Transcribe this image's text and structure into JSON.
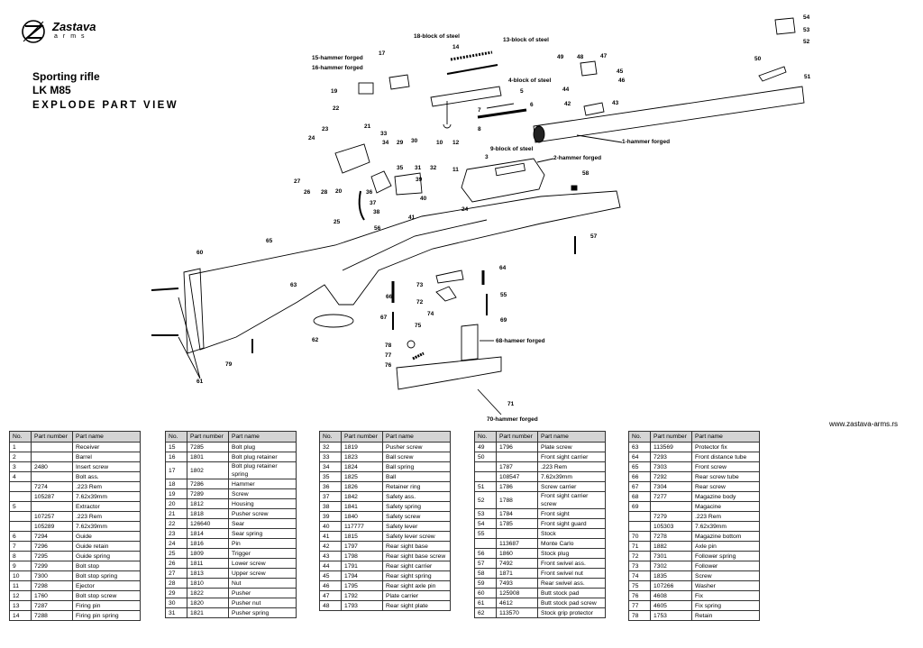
{
  "brand": {
    "name": "Zastava",
    "subline": "arms"
  },
  "title": {
    "line1": "Sporting rifle",
    "line2": "LK M85",
    "line3": "EXPLODE PART VIEW"
  },
  "website": "www.zastava-arms.rs",
  "diagram": {
    "forge_labels": [
      "1-hammer forged",
      "2-hammer forged",
      "4-block of steel",
      "9-block of steel",
      "13-block of steel",
      "15-hammer forged",
      "16-hammer forged",
      "18-block of steel",
      "68-hameer forged",
      "70-hammer forged"
    ],
    "callouts": [
      "3",
      "5",
      "6",
      "7",
      "8",
      "10",
      "11",
      "12",
      "14",
      "17",
      "19",
      "20",
      "21",
      "22",
      "23",
      "24",
      "24",
      "25",
      "26",
      "27",
      "28",
      "29",
      "30",
      "31",
      "32",
      "33",
      "34",
      "35",
      "36",
      "37",
      "38",
      "39",
      "40",
      "41",
      "42",
      "43",
      "44",
      "45",
      "46",
      "47",
      "48",
      "49",
      "50",
      "51",
      "52",
      "53",
      "54",
      "55",
      "56",
      "57",
      "58",
      "60",
      "61",
      "62",
      "63",
      "64",
      "65",
      "66",
      "67",
      "69",
      "71",
      "72",
      "73",
      "74",
      "75",
      "76",
      "77",
      "78",
      "79"
    ]
  },
  "table_headers": [
    "No.",
    "Part number",
    "Part name"
  ],
  "tables": [
    [
      [
        "1",
        "",
        "Receiver"
      ],
      [
        "2",
        "",
        "Barrel"
      ],
      [
        "3",
        "2480",
        "Insert screw"
      ],
      [
        "4",
        "",
        "Bolt ass."
      ],
      [
        "",
        "7274",
        ".223 Rem"
      ],
      [
        "",
        "105287",
        "7.62x39mm"
      ],
      [
        "5",
        "",
        "Extractor"
      ],
      [
        "",
        "107257",
        ".223 Rem"
      ],
      [
        "",
        "105289",
        "7.62x39mm"
      ],
      [
        "6",
        "7294",
        "Guide"
      ],
      [
        "7",
        "7296",
        "Guide retain"
      ],
      [
        "8",
        "7295",
        "Guide spring"
      ],
      [
        "9",
        "7299",
        "Bolt stop"
      ],
      [
        "10",
        "7300",
        "Bolt stop spring"
      ],
      [
        "11",
        "7298",
        "Ejector"
      ],
      [
        "12",
        "1760",
        "Bolt stop screw"
      ],
      [
        "13",
        "7287",
        "Firing pin"
      ],
      [
        "14",
        "7288",
        "Firing pin spring"
      ]
    ],
    [
      [
        "15",
        "7285",
        "Bolt plug"
      ],
      [
        "16",
        "1801",
        "Bolt plug retainer"
      ],
      [
        "17",
        "1802",
        "Bolt plug retainer spring"
      ],
      [
        "18",
        "7286",
        "Hammer"
      ],
      [
        "19",
        "7289",
        "Screw"
      ],
      [
        "20",
        "1812",
        "Housing"
      ],
      [
        "21",
        "1818",
        "Pusher screw"
      ],
      [
        "22",
        "126640",
        "Sear"
      ],
      [
        "23",
        "1814",
        "Sear spring"
      ],
      [
        "24",
        "1816",
        "Pin"
      ],
      [
        "25",
        "1809",
        "Trigger"
      ],
      [
        "26",
        "1811",
        "Lower screw"
      ],
      [
        "27",
        "1813",
        "Upper screw"
      ],
      [
        "28",
        "1810",
        "Nut"
      ],
      [
        "29",
        "1822",
        "Pusher"
      ],
      [
        "30",
        "1820",
        "Pusher nut"
      ],
      [
        "31",
        "1821",
        "Pusher spring"
      ]
    ],
    [
      [
        "32",
        "1819",
        "Pusher screw"
      ],
      [
        "33",
        "1823",
        "Ball screw"
      ],
      [
        "34",
        "1824",
        "Ball spring"
      ],
      [
        "35",
        "1825",
        "Ball"
      ],
      [
        "36",
        "1826",
        "Retainer ring"
      ],
      [
        "37",
        "1842",
        "Safety ass."
      ],
      [
        "38",
        "1841",
        "Safety spring"
      ],
      [
        "39",
        "1840",
        "Safety screw"
      ],
      [
        "40",
        "117777",
        "Safety lever"
      ],
      [
        "41",
        "1815",
        "Safety lever screw"
      ],
      [
        "42",
        "1797",
        "Rear sight base"
      ],
      [
        "43",
        "1798",
        "Rear sight base screw"
      ],
      [
        "44",
        "1791",
        "Rear sight carrier"
      ],
      [
        "45",
        "1794",
        "Rear sight spring"
      ],
      [
        "46",
        "1795",
        "Rear sight axle pin"
      ],
      [
        "47",
        "1792",
        "Plate carrier"
      ],
      [
        "48",
        "1793",
        "Rear sight plate"
      ]
    ],
    [
      [
        "49",
        "1796",
        "Plate screw"
      ],
      [
        "50",
        "",
        "Front sight carrier"
      ],
      [
        "",
        "1787",
        ".223 Rem"
      ],
      [
        "",
        "108547",
        "7.62x39mm"
      ],
      [
        "51",
        "1786",
        "Screw carrier"
      ],
      [
        "52",
        "1788",
        "Front sight carrier screw"
      ],
      [
        "53",
        "1784",
        "Front sight"
      ],
      [
        "54",
        "1785",
        "Front sight guard"
      ],
      [
        "55",
        "",
        "Stock"
      ],
      [
        "",
        "113687",
        "Monte Carlo"
      ],
      [
        "56",
        "1860",
        "Stock plug"
      ],
      [
        "57",
        "7492",
        "Front swivel ass."
      ],
      [
        "58",
        "1871",
        "Front swivel nut"
      ],
      [
        "59",
        "7493",
        "Rear swivel ass."
      ],
      [
        "60",
        "125908",
        "Butt stock pad"
      ],
      [
        "61",
        "4612",
        "Butt stock pad screw"
      ],
      [
        "62",
        "113570",
        "Stock grip protector"
      ]
    ],
    [
      [
        "63",
        "113569",
        "Protector fix"
      ],
      [
        "64",
        "7293",
        "Front distance tube"
      ],
      [
        "65",
        "7303",
        "Front screw"
      ],
      [
        "66",
        "7292",
        "Rear screw tube"
      ],
      [
        "67",
        "7304",
        "Rear screw"
      ],
      [
        "68",
        "7277",
        "Magazine body"
      ],
      [
        "69",
        "",
        "Magacine"
      ],
      [
        "",
        "7279",
        ".223 Rem"
      ],
      [
        "",
        "105303",
        "7.62x39mm"
      ],
      [
        "70",
        "7278",
        "Magazine bottom"
      ],
      [
        "71",
        "1882",
        "Axle pin"
      ],
      [
        "72",
        "7301",
        "Follower spring"
      ],
      [
        "73",
        "7302",
        "Follower"
      ],
      [
        "74",
        "1835",
        "Screw"
      ],
      [
        "75",
        "107266",
        "Washer"
      ],
      [
        "76",
        "4608",
        "Fix"
      ],
      [
        "77",
        "4605",
        "Fix spring"
      ],
      [
        "78",
        "1753",
        "Retain"
      ]
    ]
  ]
}
